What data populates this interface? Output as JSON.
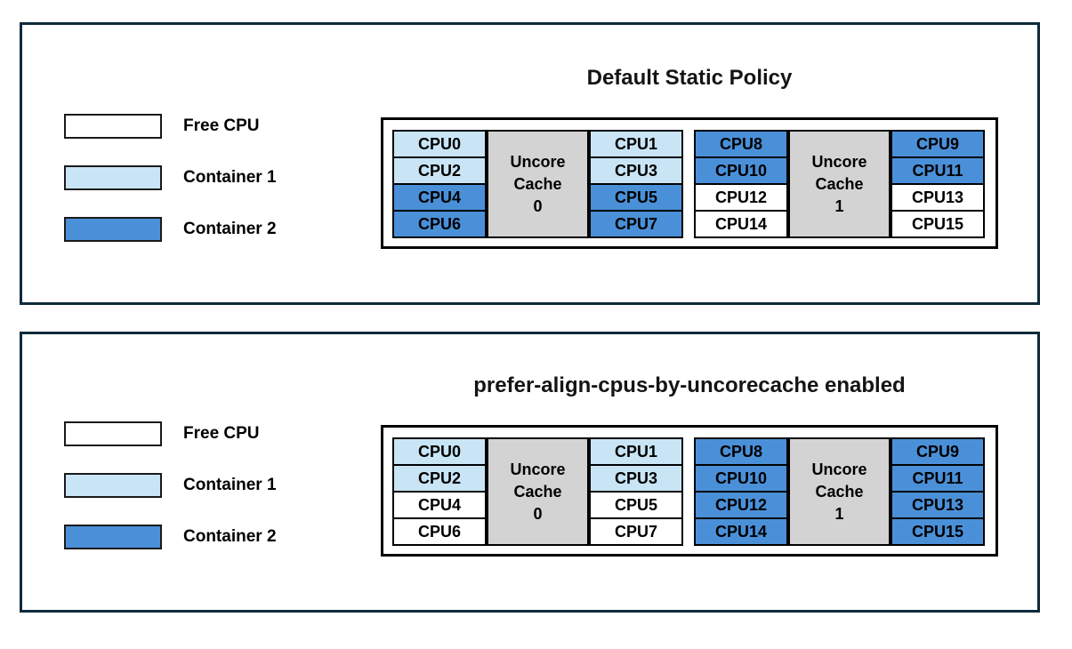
{
  "colors": {
    "panel_border": "#0E2A3A",
    "grid_border": "#000000",
    "free_cpu": "#FFFFFF",
    "container1": "#C9E5F5",
    "container2": "#4A90D9",
    "uncore_cache_fill": "#D3D3D3"
  },
  "legend": {
    "items": [
      {
        "label": "Free CPU",
        "owner": "free"
      },
      {
        "label": "Container 1",
        "owner": "container1"
      },
      {
        "label": "Container 2",
        "owner": "container2"
      }
    ]
  },
  "panels": [
    {
      "title": "Default Static Policy",
      "groups": [
        {
          "cache_lines": [
            "Uncore",
            "Cache",
            "0"
          ],
          "left": [
            {
              "label": "CPU0",
              "owner": "container1"
            },
            {
              "label": "CPU2",
              "owner": "container1"
            },
            {
              "label": "CPU4",
              "owner": "container2"
            },
            {
              "label": "CPU6",
              "owner": "container2"
            }
          ],
          "right": [
            {
              "label": "CPU1",
              "owner": "container1"
            },
            {
              "label": "CPU3",
              "owner": "container1"
            },
            {
              "label": "CPU5",
              "owner": "container2"
            },
            {
              "label": "CPU7",
              "owner": "container2"
            }
          ]
        },
        {
          "cache_lines": [
            "Uncore",
            "Cache",
            "1"
          ],
          "left": [
            {
              "label": "CPU8",
              "owner": "container2"
            },
            {
              "label": "CPU10",
              "owner": "container2"
            },
            {
              "label": "CPU12",
              "owner": "free"
            },
            {
              "label": "CPU14",
              "owner": "free"
            }
          ],
          "right": [
            {
              "label": "CPU9",
              "owner": "container2"
            },
            {
              "label": "CPU11",
              "owner": "container2"
            },
            {
              "label": "CPU13",
              "owner": "free"
            },
            {
              "label": "CPU15",
              "owner": "free"
            }
          ]
        }
      ]
    },
    {
      "title": "prefer-align-cpus-by-uncorecache enabled",
      "groups": [
        {
          "cache_lines": [
            "Uncore",
            "Cache",
            "0"
          ],
          "left": [
            {
              "label": "CPU0",
              "owner": "container1"
            },
            {
              "label": "CPU2",
              "owner": "container1"
            },
            {
              "label": "CPU4",
              "owner": "free"
            },
            {
              "label": "CPU6",
              "owner": "free"
            }
          ],
          "right": [
            {
              "label": "CPU1",
              "owner": "container1"
            },
            {
              "label": "CPU3",
              "owner": "container1"
            },
            {
              "label": "CPU5",
              "owner": "free"
            },
            {
              "label": "CPU7",
              "owner": "free"
            }
          ]
        },
        {
          "cache_lines": [
            "Uncore",
            "Cache",
            "1"
          ],
          "left": [
            {
              "label": "CPU8",
              "owner": "container2"
            },
            {
              "label": "CPU10",
              "owner": "container2"
            },
            {
              "label": "CPU12",
              "owner": "container2"
            },
            {
              "label": "CPU14",
              "owner": "container2"
            }
          ],
          "right": [
            {
              "label": "CPU9",
              "owner": "container2"
            },
            {
              "label": "CPU11",
              "owner": "container2"
            },
            {
              "label": "CPU13",
              "owner": "container2"
            },
            {
              "label": "CPU15",
              "owner": "container2"
            }
          ]
        }
      ]
    }
  ]
}
